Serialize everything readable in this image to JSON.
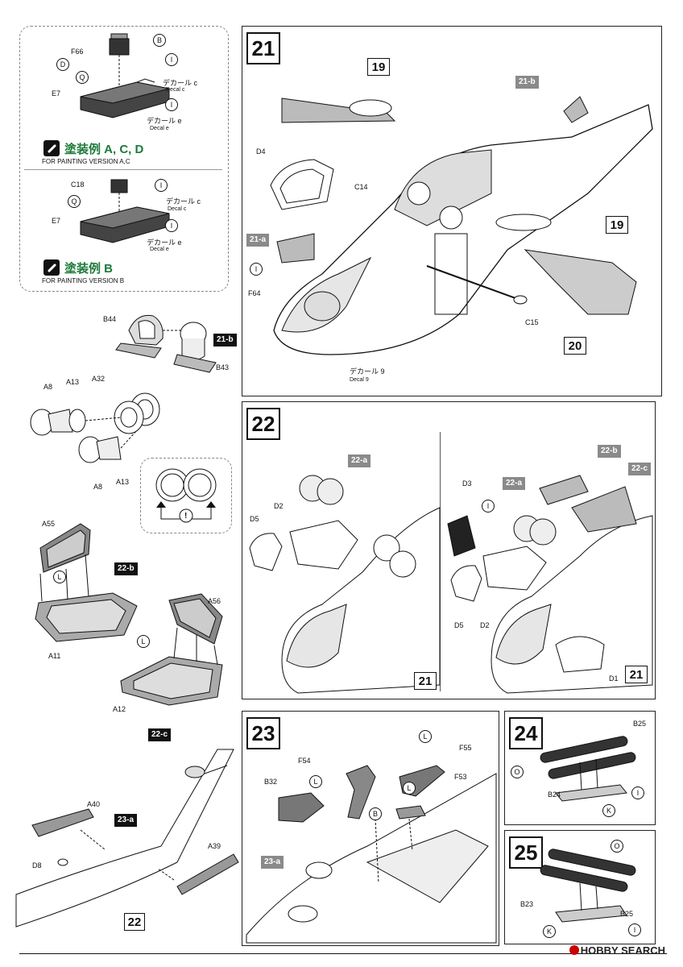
{
  "version_box": {
    "upper": {
      "parts": [
        "F66",
        "E7"
      ],
      "markers": [
        "B",
        "I",
        "D",
        "Q",
        "I"
      ],
      "decal_c_jp": "デカール c",
      "decal_c_en": "Decal c",
      "decal_e_jp": "デカール e",
      "decal_e_en": "Decal e",
      "title": "塗装例 A, C, D",
      "subtitle": "FOR PAINTING VERSION A,C"
    },
    "lower": {
      "parts": [
        "C18",
        "E7"
      ],
      "markers": [
        "I",
        "Q",
        "I"
      ],
      "decal_c_jp": "デカール c",
      "decal_c_en": "Decal c",
      "decal_e_jp": "デカール e",
      "decal_e_en": "Decal e",
      "title": "塗装例 B",
      "subtitle": "FOR PAINTING VERSION B"
    }
  },
  "sub_21b": {
    "tag": "21-b",
    "parts": [
      "B44",
      "B43"
    ]
  },
  "sub_21a": {
    "parts": [
      "A8",
      "A13",
      "A32",
      "A8",
      "A13"
    ],
    "note_icon": "!"
  },
  "sub_22b": {
    "tag": "22-b",
    "parts": [
      "A55",
      "A11"
    ],
    "marker": "L"
  },
  "sub_22c": {
    "tag": "22-c",
    "parts": [
      "A56",
      "A12"
    ],
    "marker": "L"
  },
  "sub_23a": {
    "tag": "23-a",
    "parts": [
      "A40",
      "D8",
      "A39"
    ],
    "ref": "22"
  },
  "step21": {
    "number": "21",
    "refs": [
      "19",
      "19",
      "20"
    ],
    "tags": [
      "21-b",
      "21-a"
    ],
    "parts": [
      "D4",
      "C14",
      "F64",
      "C15"
    ],
    "marker": "I",
    "decal_jp": "デカール 9",
    "decal_en": "Decal 9"
  },
  "step22": {
    "number": "22",
    "left": {
      "tag": "22-a",
      "parts": [
        "D5",
        "D2"
      ],
      "ref": "21"
    },
    "right": {
      "tags": [
        "22-a",
        "22-b",
        "22-c"
      ],
      "parts": [
        "D3",
        "D5",
        "D2",
        "D1"
      ],
      "marker": "I",
      "ref": "21"
    }
  },
  "step23": {
    "number": "23",
    "parts": [
      "F54",
      "F55",
      "F53",
      "B32"
    ],
    "markers": [
      "L",
      "L",
      "L",
      "B"
    ],
    "tag": "23-a"
  },
  "step24": {
    "number": "24",
    "parts": [
      "B25",
      "B24"
    ],
    "markers": [
      "O",
      "I",
      "K"
    ]
  },
  "step25": {
    "number": "25",
    "parts": [
      "B23",
      "B25"
    ],
    "markers": [
      "O",
      "K",
      "I"
    ]
  },
  "watermark": "HOBBY SEARCH"
}
